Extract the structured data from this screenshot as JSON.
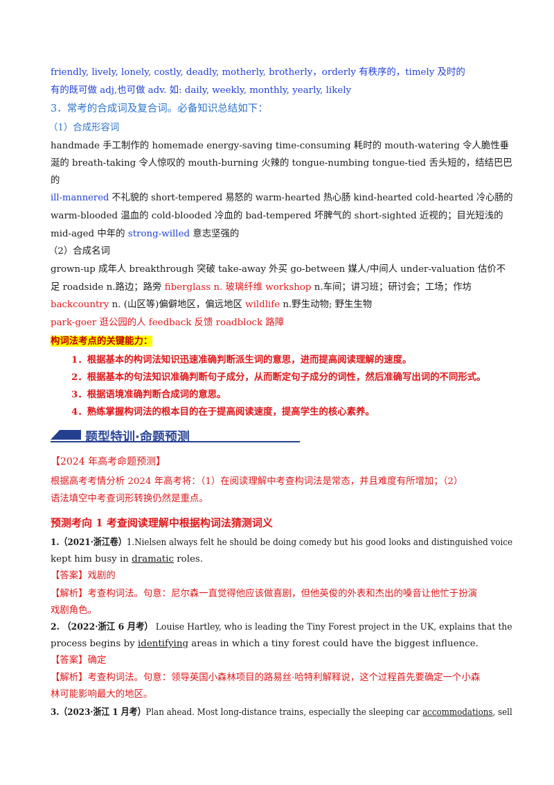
{
  "lines": {
    "l1": "friendly, lively, lonely, costly, deadly, motherly, brotherly，orderly 有秩序的，timely  及时的",
    "l2": "有的既可做 adj,也可做 adv. 如:  daily, weekly, monthly, yearly, likely",
    "h3": "3．常考的合成词及复合词。必备知识总结如下：",
    "h3a": "（1）合成形容词",
    "a1": "handmade 手工制作的    homemade       energy-saving time-consuming  耗时的     mouth-watering  令人脆性垂",
    "a2": "涎的 breath-taking  令人惊叹的     mouth-burning  火辣的 tongue-numbing       tongue-tied  舌头短的，结结巴巴",
    "a3": "的",
    "a4_1": "ill-mannered",
    "a4_2": " 不礼貌的     short-tempered 易怒的  warm-hearted  热心肠    kind-hearted    cold-hearted  冷心肠的",
    "a5": "warm-blooded  温血的     cold-blooded  冷血的 bad-tempered  坏脾气的       short-sighted 近视的；目光短浅的",
    "a6_1": "mid-aged  中年的    ",
    "a6_2": "strong-willed",
    "a6_3": "  意志坚强的",
    "h3b": "（2）合成名词",
    "n1": "grown-up  成年人     breakthrough  突破     take-away  外买       go-between  媒人/中间人 under-valuation  估价不",
    "n2_1": "足 roadside      n.路边；路旁   ",
    "n2_2": "fiberglass n.  玻璃纤维 workshop",
    "n2_3": "   n.车间；讲习班；研讨会；工场；作坊",
    "n3_1": "backcountry",
    "n3_2": "     n.      (山区等)偏僻地区，偏远地区   ",
    "n3_3": "wildlife",
    "n3_4": "      n.野生动物; 野生生物",
    "n4": "park-goer  逛公园的人     feedback     反馈     roadblock     路障",
    "k0": "构词法考点的关键能力：",
    "k1": "1．根据基本的构词法知识迅速准确判断派生词的意思，进而提高阅读理解的速度。",
    "k2": "2．根据基本的句法知识准确判断句子成分，从而断定句子成分的词性，然后准确写出词的不同形式。",
    "k3": "3．根据语境准确判断合成词的意思。",
    "k4": "4．熟练掌握构词法的根本目的在于提高阅读速度，提高学生的核心素养。",
    "banner": "题型特训·命题预测",
    "p0": "【2024 年高考命题预测】",
    "p1": "     根据高考考情分析 2024 年高考将：（1）在阅读理解中考查构词法是常态，并且难度有所增加；（2）",
    "p2": "语法填空中考查词形转换仍然是重点。",
    "t1": "预测考向 1     考查阅读理解中根据构词法猜测词义",
    "q1_1": "1.（2021·浙江卷）",
    "q1_2": "1.Nielsen always felt he should be doing comedy but his good looks and distinguished voice",
    "q1_3": "kept him busy in  ",
    "q1_4": "dramatic",
    "q1_5": "  roles.",
    "a1_1": "【答案】",
    "a1_2": "戏剧的",
    "e1_1": "【解析】",
    "e1_2": "考查构词法。句意：尼尔森一直觉得他应该做喜剧，但他英俊的外表和杰出的嗓音让他忙于扮演",
    "e1_3": "戏剧角色。",
    "q2_1": "2.  （2022·浙江 6 月考）",
    "q2_2": " Louise Hartley, who is leading the Tiny Forest project in the UK, explains that the",
    "q2_3": "process begins by  ",
    "q2_4": "identifying",
    "q2_5": "  areas in which a tiny forest could have the biggest influence.",
    "a2_1": "【答案】",
    "a2_2": "确定",
    "e2_1": "【解析】",
    "e2_2": "考查构词法。句意：领导英国小森林项目的路易丝·哈特利解释说，这个过程首先要确定一个小森",
    "e2_3": "林可能影响最大的地区。",
    "q3_1": "3.（2023·浙江 1 月考）",
    "q3_2": "Plan ahead. Most long-distance trains, especially the sleeping car  ",
    "q3_3": "accommodations",
    "q3_4": ", sell"
  }
}
